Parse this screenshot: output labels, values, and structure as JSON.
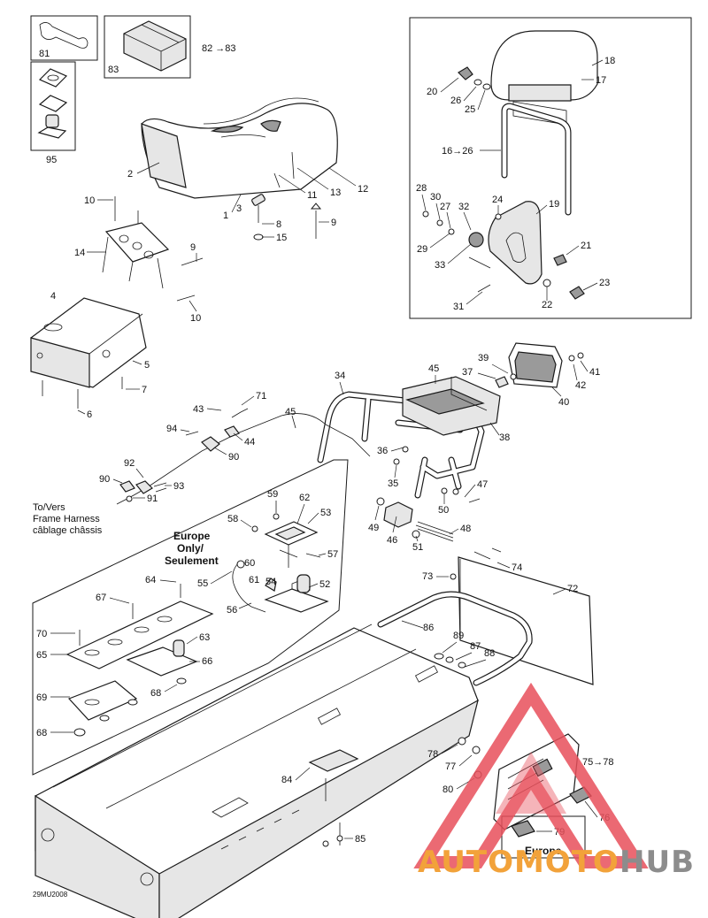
{
  "callouts": {
    "c1": "1",
    "c2": "2",
    "c3": "3",
    "c4": "4",
    "c5": "5",
    "c6": "6",
    "c7": "7",
    "c8": "8",
    "c9a": "9",
    "c9b": "9",
    "c10a": "10",
    "c10b": "10",
    "c11": "11",
    "c12": "12",
    "c13": "13",
    "c14": "14",
    "c15": "15",
    "c16": "16→26",
    "c17": "17",
    "c18": "18",
    "c19": "19",
    "c20": "20",
    "c21": "21",
    "c22": "22",
    "c23": "23",
    "c24": "24",
    "c25": "25",
    "c26": "26",
    "c27": "27",
    "c28": "28",
    "c29": "29",
    "c30": "30",
    "c31": "31",
    "c32": "32",
    "c33": "33",
    "c34": "34",
    "c35": "35",
    "c36": "36",
    "c37": "37",
    "c38": "38",
    "c39": "39",
    "c40": "40",
    "c41": "41",
    "c42": "42",
    "c43": "43",
    "c44": "44",
    "c45a": "45",
    "c45b": "45",
    "c46": "46",
    "c47": "47",
    "c48": "48",
    "c49": "49",
    "c50": "50",
    "c51": "51",
    "c52": "52",
    "c53": "53",
    "c54": "54",
    "c55": "55",
    "c56": "56",
    "c57": "57",
    "c58": "58",
    "c59": "59",
    "c60": "60",
    "c61": "61",
    "c62": "62",
    "c63": "63",
    "c64": "64",
    "c65": "65",
    "c66": "66",
    "c67": "67",
    "c68a": "68",
    "c68b": "68",
    "c69": "69",
    "c70": "70",
    "c71": "71",
    "c72": "72",
    "c73": "73",
    "c74": "74",
    "c75": "75→78",
    "c76": "76",
    "c77": "77",
    "c78": "78",
    "c79": "79",
    "c80": "80",
    "c81": "81",
    "c82": "82 →83",
    "c83": "83",
    "c84": "84",
    "c85": "85",
    "c86": "86",
    "c87": "87",
    "c88": "88",
    "c89": "89",
    "c90a": "90",
    "c90b": "90",
    "c91": "91",
    "c92": "92",
    "c93": "93",
    "c94": "94",
    "c95": "95"
  },
  "notes": {
    "harness_line1": "To/Vers",
    "harness_line2": "Frame Harness",
    "harness_line3": "câblage châssis",
    "europe_only_1": "Europe",
    "europe_only_2": "Only/",
    "europe_only_3": "Seulement",
    "europe_box": "Europe",
    "doc_code": "29MU2008"
  },
  "watermark": {
    "brand_left": "AUTOMOTO",
    "brand_right": "HUB",
    "accent_color": "#e8505b",
    "brand_color": "#f2a23a",
    "hub_color": "#8c8c8c"
  }
}
